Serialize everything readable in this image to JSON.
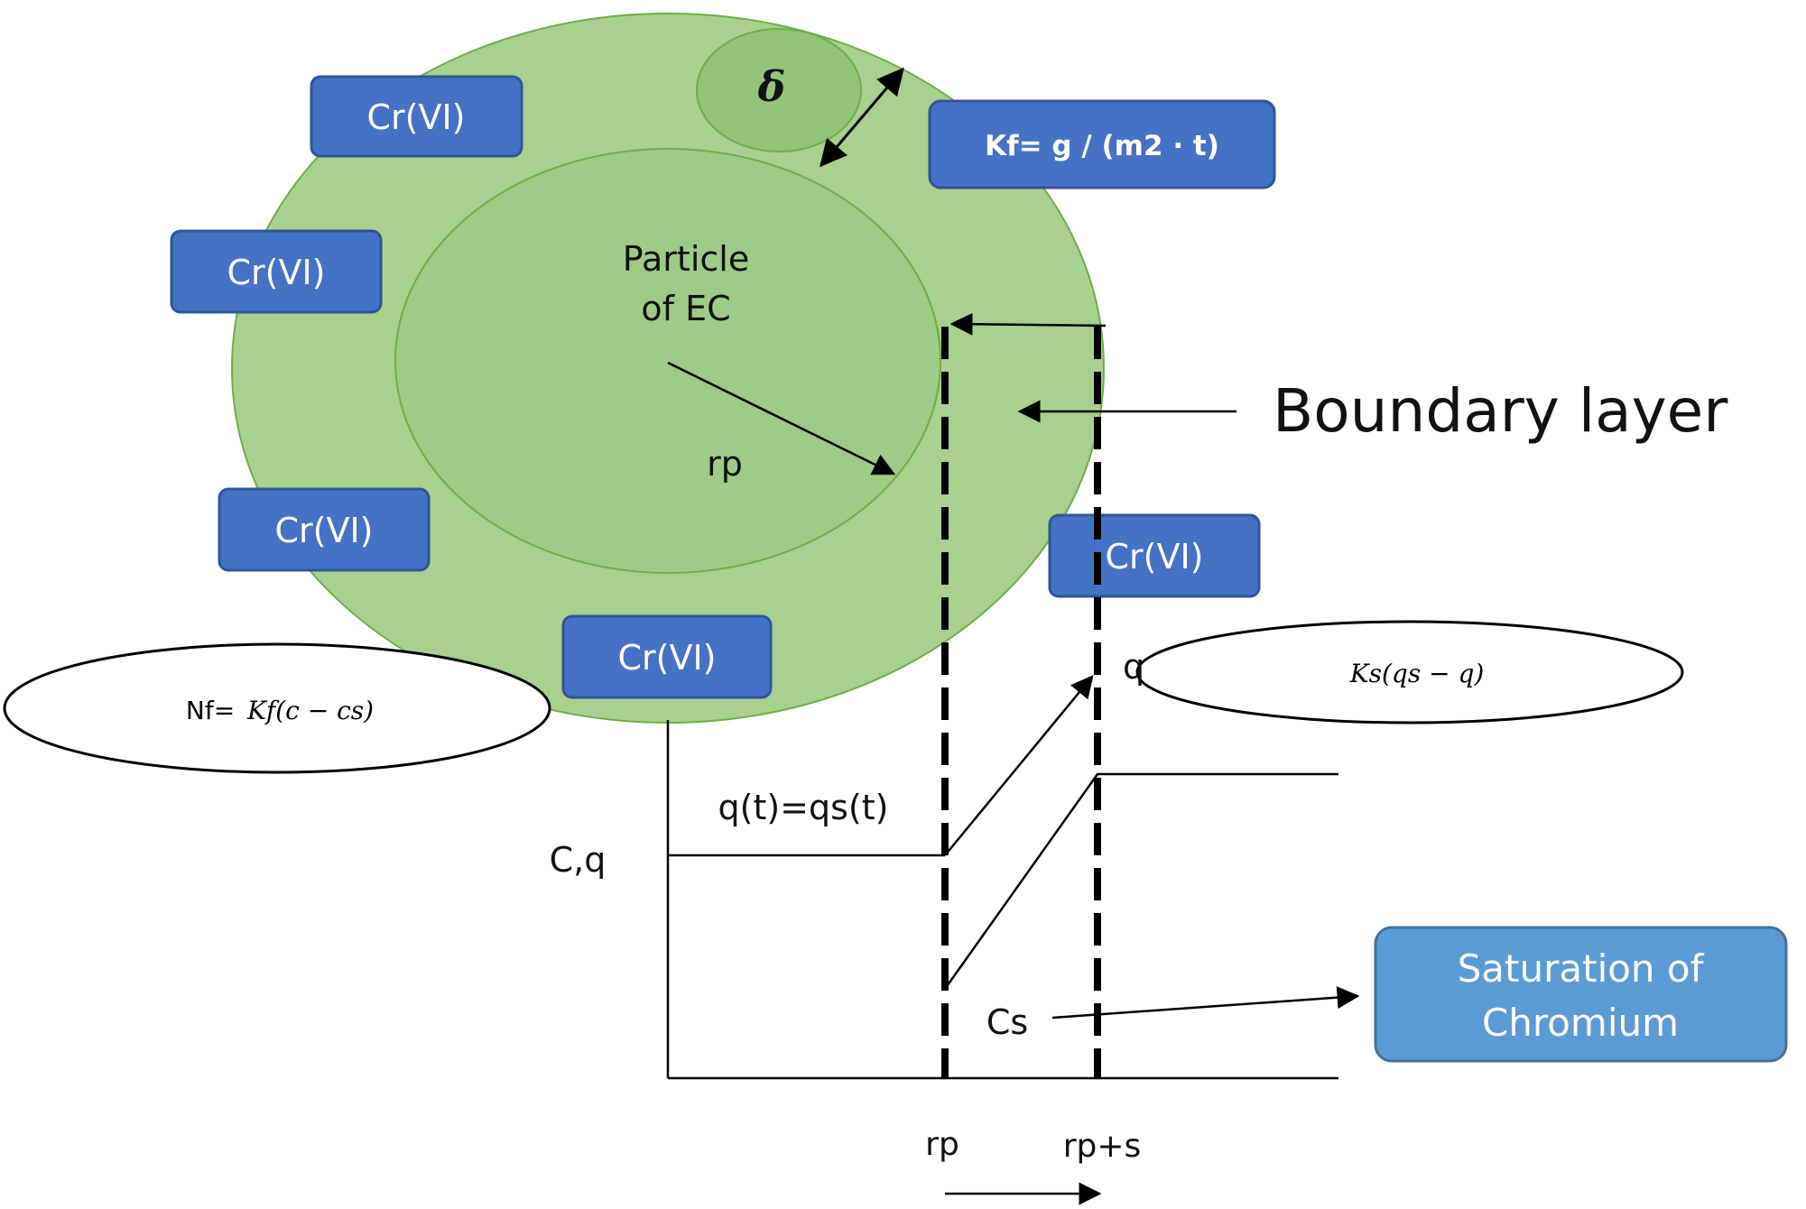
{
  "colors": {
    "outer_circle": "#a9d08e",
    "inner_circle": "#9fca84",
    "circle_stroke": "#70ad47",
    "box_fill": "#4472c4",
    "box_stroke": "#2f5597",
    "saturation_fill": "#5b9bd5",
    "saturation_stroke": "#41719c"
  },
  "labels": {
    "delta": "δ",
    "kf_box": "Kf= g / (m2 · t)",
    "particle_line1": "Particle",
    "particle_line2": "of EC",
    "rp_inner": "rp",
    "boundary_layer": "Boundary layer",
    "q_label": "q",
    "qt_eq": "q(t)=qs(t)",
    "cq_axis": "C,q",
    "cs_label": "Cs",
    "rp_axis": "rp",
    "rps_axis": "rp+s",
    "saturation_line1": "Saturation of",
    "saturation_line2": "Chromium"
  },
  "cr_boxes": [
    "Cr(VI)",
    "Cr(VI)",
    "Cr(VI)",
    "Cr(VI)",
    "Cr(VI)"
  ],
  "equations": {
    "nf_prefix": "Nf=",
    "nf_formula": "Kf(c − cs)",
    "ks_formula": "Ks(qs − q)"
  }
}
